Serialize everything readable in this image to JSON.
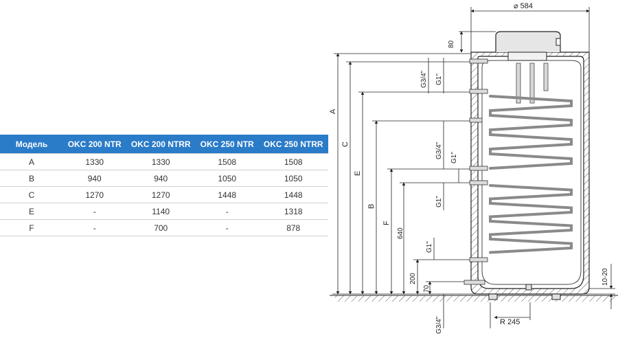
{
  "table": {
    "headers": [
      "Модель",
      "OKC 200 NTR",
      "OKC 200 NTRR",
      "OKC 250 NTR",
      "OKC 250 NTRR"
    ],
    "rows": [
      [
        "A",
        "1330",
        "1330",
        "1508",
        "1508"
      ],
      [
        "B",
        "940",
        "940",
        "1050",
        "1050"
      ],
      [
        "C",
        "1270",
        "1270",
        "1448",
        "1448"
      ],
      [
        "E",
        "-",
        "1140",
        "-",
        "1318"
      ],
      [
        "F",
        "-",
        "700",
        "-",
        "878"
      ]
    ]
  },
  "diagram": {
    "diameter_label": "⌀ 584",
    "top_height": "80",
    "dim_A": "A",
    "dim_C": "C",
    "dim_E": "E",
    "dim_B": "B",
    "dim_F": "F",
    "dim_640": "640",
    "dim_200": "200",
    "dim_70": "70",
    "pipe_g34_top": "G3/4\"",
    "pipe_g1_top": "G1\"",
    "pipe_g34_mid": "G3/4\"",
    "pipe_g1_mid": "G1\"",
    "pipe_g1_lower": "G1\"",
    "pipe_g1_bottom": "G1\"",
    "pipe_g34_bottom": "G3/4\"",
    "radius_label": "R 245",
    "feet_label": "10-20"
  },
  "colors": {
    "table_header": "#2a7bc8",
    "line": "#222222",
    "coil": "#9a9a9a"
  }
}
